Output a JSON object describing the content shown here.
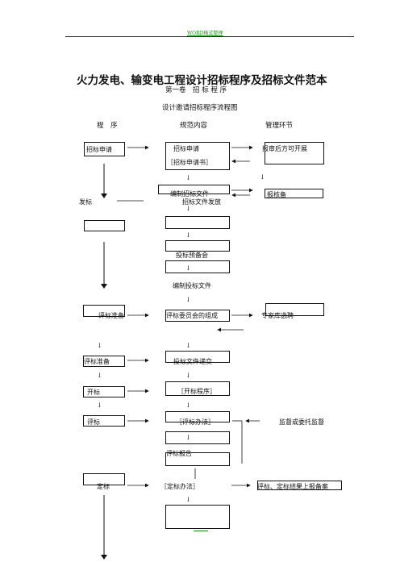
{
  "header": {
    "link_text": "WORD格式整理"
  },
  "doc": {
    "title": "火力发电、输变电工程设计招标程序及招标文件范本",
    "volume": "第一卷　招 标 程 序",
    "subtitle": "设计邀请招标程序流程图",
    "col_procedure": "程　序",
    "col_content": "规范内容",
    "col_management": "管理环节"
  },
  "flow": {
    "left": {
      "apply": "招标申请",
      "issue": "发标",
      "prep": "评标准备",
      "prep2": "评标准备",
      "open": "开标",
      "eval": "评标",
      "award": "定标"
    },
    "mid": {
      "apply": "招标申请",
      "apply_doc": "［招标申请书］",
      "compile": "编制招标文件",
      "distribute": "招标文件发放",
      "prebid": "投标预备会",
      "bidprep": "编制投标文件",
      "committee": "评标委员会的组成",
      "submit": "投标文件递交",
      "open_proc": "［开标程序］",
      "eval_method": "［评标办法］",
      "report": "评标报告",
      "award_method": "［定标办法］"
    },
    "right": {
      "approve": "报审后方可开展",
      "record": "报核备",
      "expert": "专家库选聘",
      "supervise": "监督或委托监督",
      "report_up": "评标、定标结果上报备案"
    },
    "down_arrow": "↓"
  }
}
